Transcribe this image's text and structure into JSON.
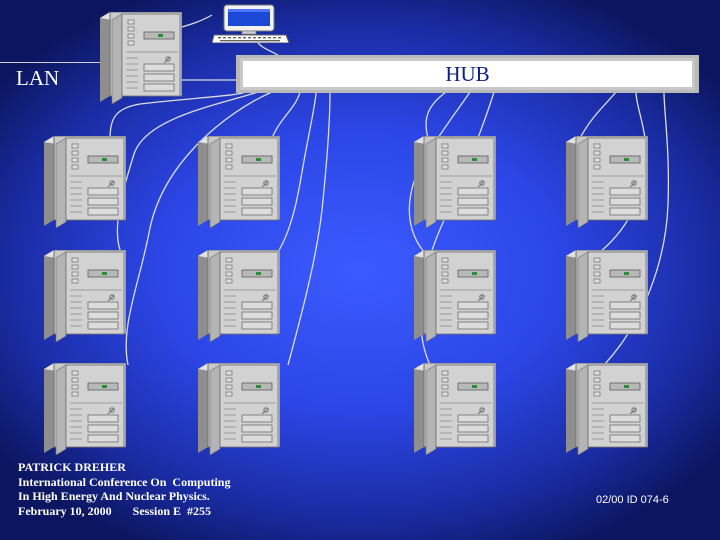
{
  "diagram": {
    "lan_label": "LAN",
    "hub_label": "HUB",
    "icons": {
      "server": "server-tower-icon",
      "workstation": "workstation-icon"
    },
    "colors": {
      "background": "#2c46e6",
      "cable": "#d8d8d8",
      "tower": "#c9c9c9",
      "hub": "#ffffff",
      "hub_text": "#0c1d8a"
    }
  },
  "footer": {
    "credits": [
      "PATRICK DREHER",
      "International Conference On  Computing",
      "In High Energy And Nuclear Physics.",
      "February 10, 2000       Session E  #255"
    ],
    "slide_id": "02/00 ID 074-6"
  }
}
